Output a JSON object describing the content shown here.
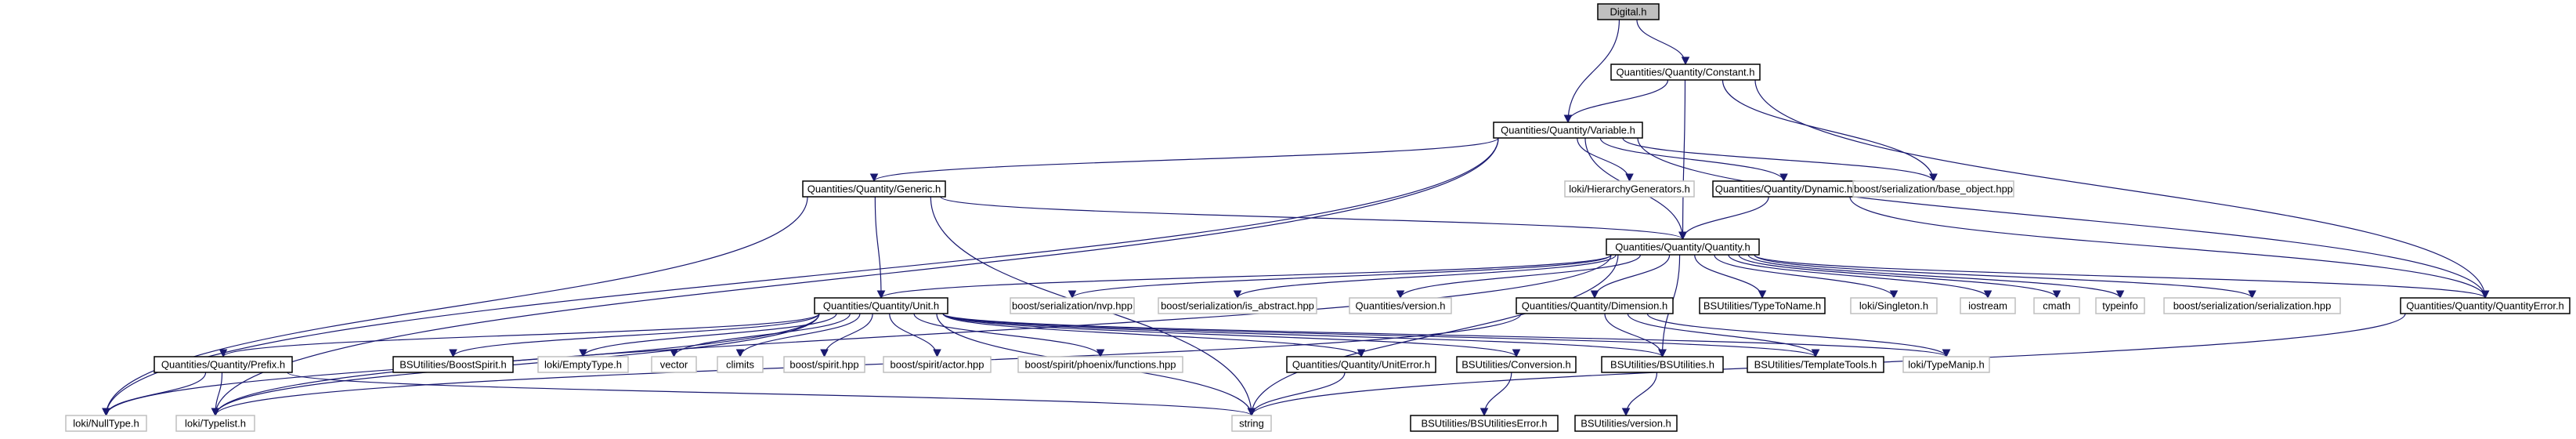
{
  "colors": {
    "edge": "#191970",
    "node_border": "#000000",
    "external_border": "#bfbfbf",
    "root_fill": "#bfbfbf",
    "text": "#000000"
  },
  "nodes": [
    {
      "id": "digital",
      "label": "Digital.h",
      "kind": "root"
    },
    {
      "id": "constant",
      "label": "Quantities/Quantity/Constant.h",
      "kind": "doc"
    },
    {
      "id": "variable",
      "label": "Quantities/Quantity/Variable.h",
      "kind": "doc"
    },
    {
      "id": "generic",
      "label": "Quantities/Quantity/Generic.h",
      "kind": "doc"
    },
    {
      "id": "hiergen",
      "label": "loki/HierarchyGenerators.h",
      "kind": "ext"
    },
    {
      "id": "dynamic",
      "label": "Quantities/Quantity/Dynamic.h",
      "kind": "doc"
    },
    {
      "id": "baseobj",
      "label": "boost/serialization/base_object.hpp",
      "kind": "ext"
    },
    {
      "id": "quantity",
      "label": "Quantities/Quantity/Quantity.h",
      "kind": "doc"
    },
    {
      "id": "unit",
      "label": "Quantities/Quantity/Unit.h",
      "kind": "doc"
    },
    {
      "id": "nvp",
      "label": "boost/serialization/nvp.hpp",
      "kind": "ext"
    },
    {
      "id": "isabstract",
      "label": "boost/serialization/is_abstract.hpp",
      "kind": "ext"
    },
    {
      "id": "qversion",
      "label": "Quantities/version.h",
      "kind": "ext"
    },
    {
      "id": "dimension",
      "label": "Quantities/Quantity/Dimension.h",
      "kind": "doc"
    },
    {
      "id": "typetoname",
      "label": "BSUtilities/TypeToName.h",
      "kind": "doc"
    },
    {
      "id": "singleton",
      "label": "loki/Singleton.h",
      "kind": "ext"
    },
    {
      "id": "iostream",
      "label": "iostream",
      "kind": "ext"
    },
    {
      "id": "cmath",
      "label": "cmath",
      "kind": "ext"
    },
    {
      "id": "typeinfo",
      "label": "typeinfo",
      "kind": "ext"
    },
    {
      "id": "serialization",
      "label": "boost/serialization/serialization.hpp",
      "kind": "ext"
    },
    {
      "id": "qerror",
      "label": "Quantities/Quantity/QuantityError.h",
      "kind": "doc"
    },
    {
      "id": "prefix",
      "label": "Quantities/Quantity/Prefix.h",
      "kind": "doc"
    },
    {
      "id": "boostspirit_h",
      "label": "BSUtilities/BoostSpirit.h",
      "kind": "doc"
    },
    {
      "id": "emptytype",
      "label": "loki/EmptyType.h",
      "kind": "ext"
    },
    {
      "id": "vector",
      "label": "vector",
      "kind": "ext"
    },
    {
      "id": "climits",
      "label": "climits",
      "kind": "ext"
    },
    {
      "id": "spirit",
      "label": "boost/spirit.hpp",
      "kind": "ext"
    },
    {
      "id": "actor",
      "label": "boost/spirit/actor.hpp",
      "kind": "ext"
    },
    {
      "id": "phoenix",
      "label": "boost/spirit/phoenix/functions.hpp",
      "kind": "ext"
    },
    {
      "id": "uniterror",
      "label": "Quantities/Quantity/UnitError.h",
      "kind": "doc"
    },
    {
      "id": "conversion",
      "label": "BSUtilities/Conversion.h",
      "kind": "doc"
    },
    {
      "id": "bsutilities",
      "label": "BSUtilities/BSUtilities.h",
      "kind": "doc"
    },
    {
      "id": "templatetools",
      "label": "BSUtilities/TemplateTools.h",
      "kind": "doc"
    },
    {
      "id": "typemanip",
      "label": "loki/TypeManip.h",
      "kind": "ext"
    },
    {
      "id": "nulltype",
      "label": "loki/NullType.h",
      "kind": "ext"
    },
    {
      "id": "typelist",
      "label": "loki/Typelist.h",
      "kind": "ext"
    },
    {
      "id": "string",
      "label": "string",
      "kind": "ext"
    },
    {
      "id": "bserror",
      "label": "BSUtilities/BSUtilitiesError.h",
      "kind": "doc"
    },
    {
      "id": "bsversion",
      "label": "BSUtilities/version.h",
      "kind": "doc"
    }
  ],
  "edges": [
    [
      "digital",
      "variable"
    ],
    [
      "digital",
      "constant"
    ],
    [
      "constant",
      "variable"
    ],
    [
      "constant",
      "quantity"
    ],
    [
      "constant",
      "baseobj"
    ],
    [
      "constant",
      "qerror"
    ],
    [
      "variable",
      "generic"
    ],
    [
      "variable",
      "hiergen"
    ],
    [
      "variable",
      "dynamic"
    ],
    [
      "variable",
      "baseobj"
    ],
    [
      "variable",
      "quantity"
    ],
    [
      "variable",
      "qerror"
    ],
    [
      "variable",
      "nulltype"
    ],
    [
      "variable",
      "typelist"
    ],
    [
      "generic",
      "unit"
    ],
    [
      "generic",
      "quantity"
    ],
    [
      "generic",
      "string"
    ],
    [
      "generic",
      "nulltype"
    ],
    [
      "dynamic",
      "quantity"
    ],
    [
      "dynamic",
      "qerror"
    ],
    [
      "quantity",
      "unit"
    ],
    [
      "quantity",
      "nvp"
    ],
    [
      "quantity",
      "isabstract"
    ],
    [
      "quantity",
      "qversion"
    ],
    [
      "quantity",
      "dimension"
    ],
    [
      "quantity",
      "typetoname"
    ],
    [
      "quantity",
      "singleton"
    ],
    [
      "quantity",
      "iostream"
    ],
    [
      "quantity",
      "cmath"
    ],
    [
      "quantity",
      "typeinfo"
    ],
    [
      "quantity",
      "serialization"
    ],
    [
      "quantity",
      "qerror"
    ],
    [
      "quantity",
      "string"
    ],
    [
      "quantity",
      "bsutilities"
    ],
    [
      "quantity",
      "typelist"
    ],
    [
      "unit",
      "prefix"
    ],
    [
      "unit",
      "boostspirit_h"
    ],
    [
      "unit",
      "emptytype"
    ],
    [
      "unit",
      "vector"
    ],
    [
      "unit",
      "climits"
    ],
    [
      "unit",
      "spirit"
    ],
    [
      "unit",
      "actor"
    ],
    [
      "unit",
      "phoenix"
    ],
    [
      "unit",
      "uniterror"
    ],
    [
      "unit",
      "conversion"
    ],
    [
      "unit",
      "bsutilities"
    ],
    [
      "unit",
      "templatetools"
    ],
    [
      "unit",
      "typemanip"
    ],
    [
      "unit",
      "nulltype"
    ],
    [
      "unit",
      "typelist"
    ],
    [
      "unit",
      "string"
    ],
    [
      "prefix",
      "nulltype"
    ],
    [
      "prefix",
      "typelist"
    ],
    [
      "prefix",
      "string"
    ],
    [
      "dimension",
      "templatetools"
    ],
    [
      "dimension",
      "typemanip"
    ],
    [
      "dimension",
      "bsutilities"
    ],
    [
      "dimension",
      "typelist"
    ],
    [
      "qerror",
      "string"
    ],
    [
      "uniterror",
      "string"
    ],
    [
      "conversion",
      "bserror"
    ],
    [
      "bsutilities",
      "bsversion"
    ]
  ]
}
